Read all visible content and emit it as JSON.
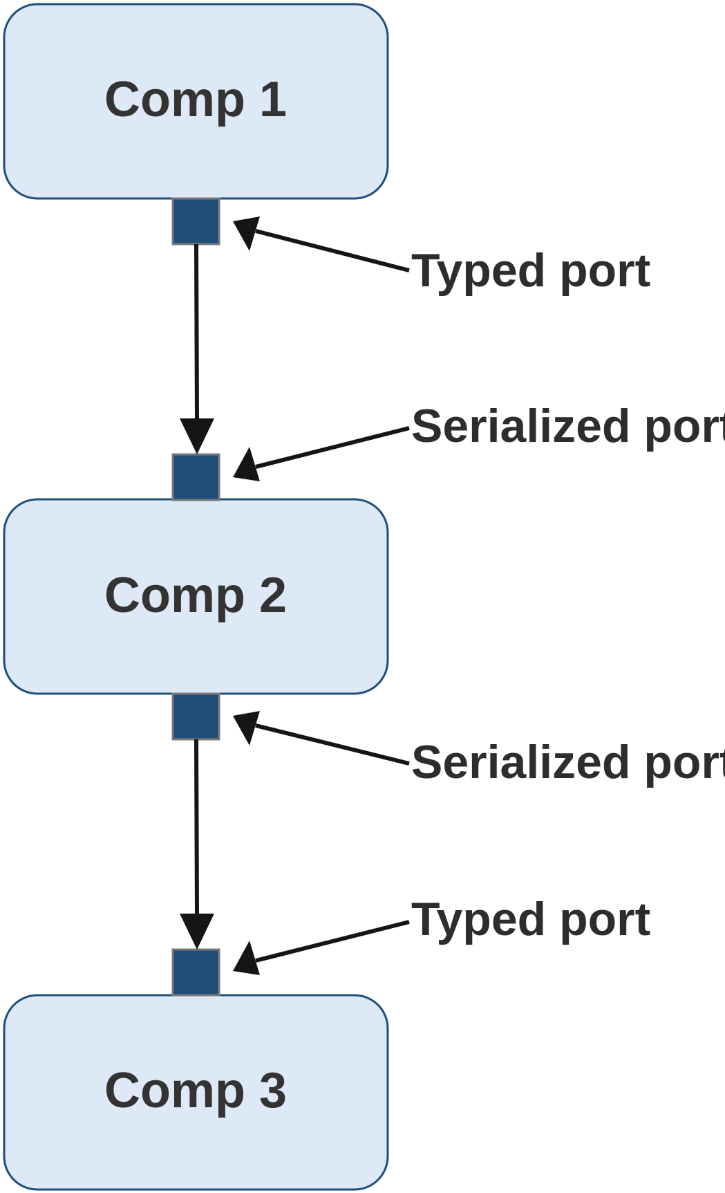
{
  "components": [
    {
      "label": "Comp 1"
    },
    {
      "label": "Comp 2"
    },
    {
      "label": "Comp 3"
    }
  ],
  "callouts": [
    {
      "label": "Typed port"
    },
    {
      "label": "Serialized port"
    },
    {
      "label": "Serialized port"
    },
    {
      "label": "Typed port"
    }
  ],
  "colors": {
    "component_fill": "#dde9f6",
    "component_border": "#1f4e79",
    "port_fill": "#1f4e79",
    "arrow": "#151515"
  }
}
